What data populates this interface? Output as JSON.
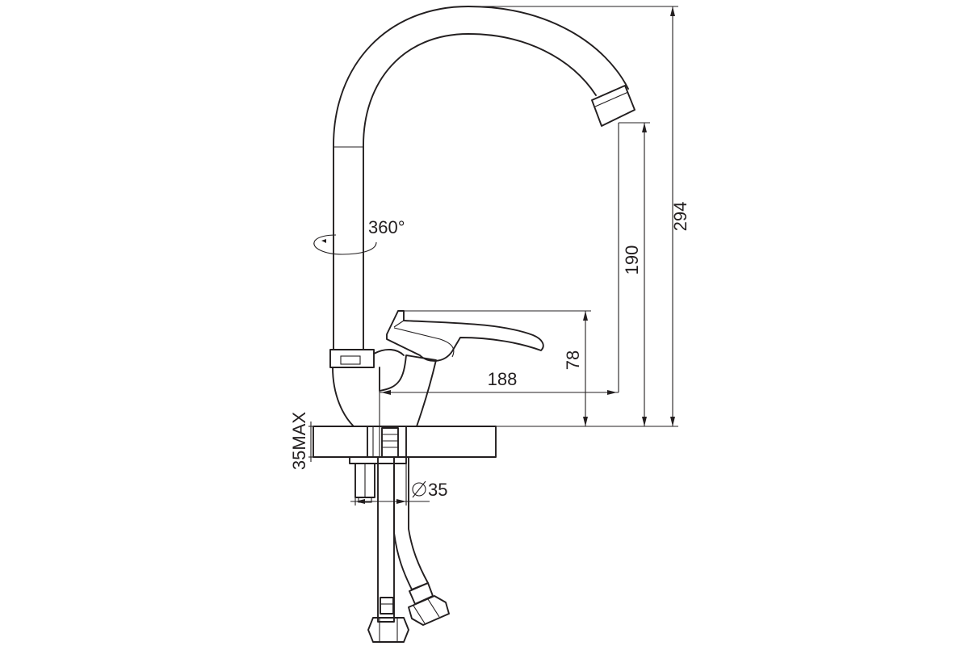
{
  "rotation_label": "360°",
  "dimensions": {
    "overall_height": "294",
    "spout_clearance": "190",
    "handle_height": "78",
    "spout_reach": "188",
    "countertop_thickness": "35MAX",
    "hole_diameter": "35"
  }
}
